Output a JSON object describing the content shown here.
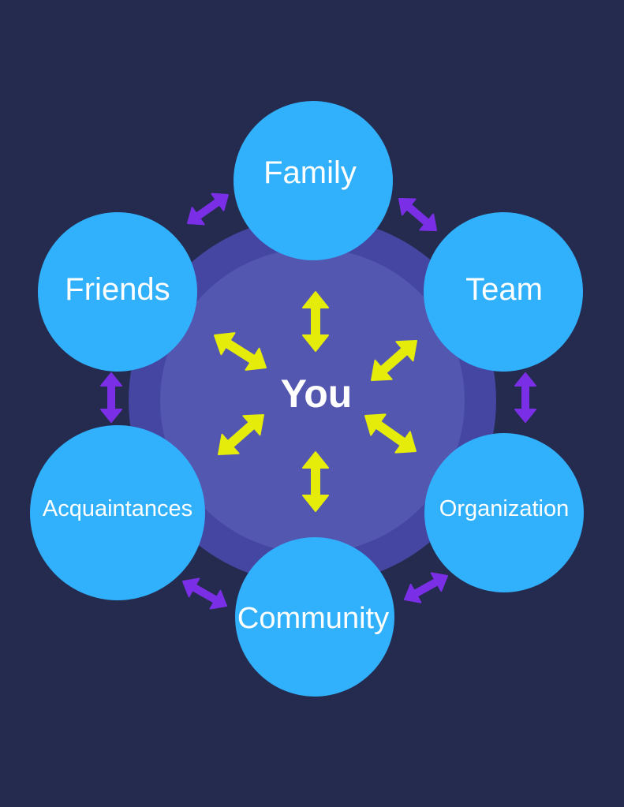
{
  "center": {
    "label": "You"
  },
  "nodes": [
    {
      "id": "family",
      "label": "Family"
    },
    {
      "id": "friends",
      "label": "Friends"
    },
    {
      "id": "team",
      "label": "Team"
    },
    {
      "id": "acquaintances",
      "label": "Acquaintances"
    },
    {
      "id": "organization",
      "label": "Organization"
    },
    {
      "id": "community",
      "label": "Community"
    }
  ],
  "colors": {
    "background": "#252b4e",
    "outer_ring": "#4446a2",
    "inner_circle": "#5457b0",
    "node": "#31b0fb",
    "center_arrow": "#e5ec0a",
    "peer_arrow": "#7a2fe6"
  }
}
